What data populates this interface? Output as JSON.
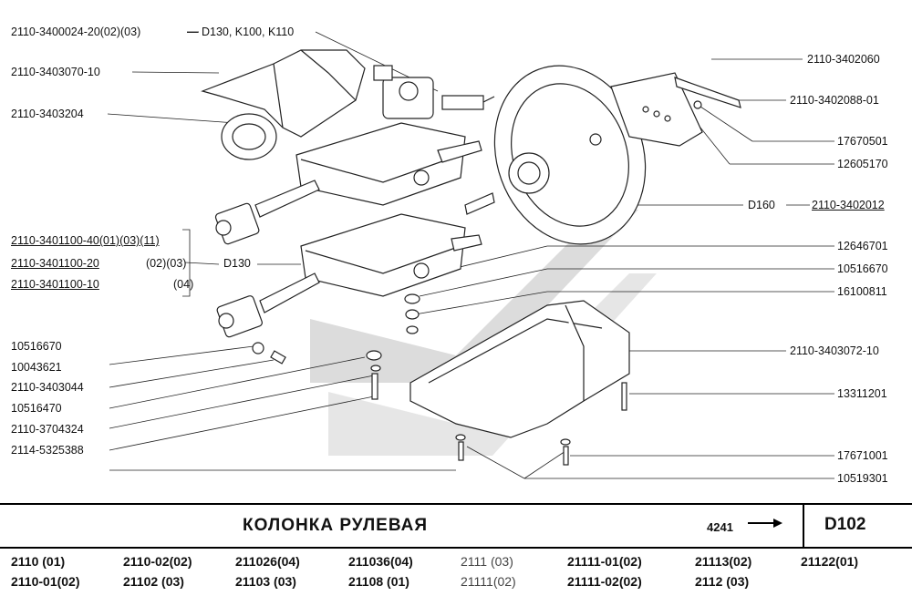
{
  "left_labels": [
    {
      "id": "l1",
      "text": "2110-3400024-20(02)(03)"
    },
    {
      "id": "l1b",
      "text": "— D130, K100, K110"
    },
    {
      "id": "l2",
      "text": "2110-3403070-10"
    },
    {
      "id": "l3",
      "text": "2110-3403204"
    },
    {
      "id": "l4",
      "text": "2110-3401100-40(01)(03)(11)"
    },
    {
      "id": "l5",
      "text": "2110-3401100-20"
    },
    {
      "id": "l5b",
      "text": "(02)(03)"
    },
    {
      "id": "l6",
      "text": "2110-3401100-10"
    },
    {
      "id": "l6b",
      "text": "(04)"
    },
    {
      "id": "l7",
      "text": "10516670"
    },
    {
      "id": "l8",
      "text": "10043621"
    },
    {
      "id": "l9",
      "text": "2110-3403044"
    },
    {
      "id": "l10",
      "text": "10516470"
    },
    {
      "id": "l11",
      "text": "2110-3704324"
    },
    {
      "id": "l12",
      "text": "2114-5325388"
    }
  ],
  "group_label": "D130",
  "right_labels": [
    {
      "id": "r1",
      "text": "2110-3402060"
    },
    {
      "id": "r2",
      "text": "2110-3402088-01"
    },
    {
      "id": "r3",
      "text": "17670501"
    },
    {
      "id": "r4",
      "text": "12605170"
    },
    {
      "id": "r5a",
      "text": "D160"
    },
    {
      "id": "r5",
      "text": "2110-3402012"
    },
    {
      "id": "r6",
      "text": "12646701"
    },
    {
      "id": "r7",
      "text": "10516670"
    },
    {
      "id": "r8",
      "text": "16100811"
    },
    {
      "id": "r9",
      "text": "2110-3403072-10"
    },
    {
      "id": "r10",
      "text": "13311201"
    },
    {
      "id": "r11",
      "text": "17671001"
    },
    {
      "id": "r12",
      "text": "10519301"
    }
  ],
  "title": "КОЛОНКА   РУЛЕВАЯ",
  "ref_number": "4241",
  "sheet_code": "D102",
  "variants": [
    {
      "text": "2110   (01)"
    },
    {
      "text": "2110-02(02)"
    },
    {
      "text": "211026(04)"
    },
    {
      "text": "211036(04)"
    },
    {
      "text": "2111  (03)"
    },
    {
      "text": "21111-01(02)"
    },
    {
      "text": "21113(02)"
    },
    {
      "text": "21122(01)"
    },
    {
      "text": "2110-01(02)"
    },
    {
      "text": "21102   (03)"
    },
    {
      "text": "21103  (03)"
    },
    {
      "text": "21108  (01)"
    },
    {
      "text": "21111(02)"
    },
    {
      "text": "21111-02(02)"
    },
    {
      "text": "2112  (03)"
    }
  ]
}
